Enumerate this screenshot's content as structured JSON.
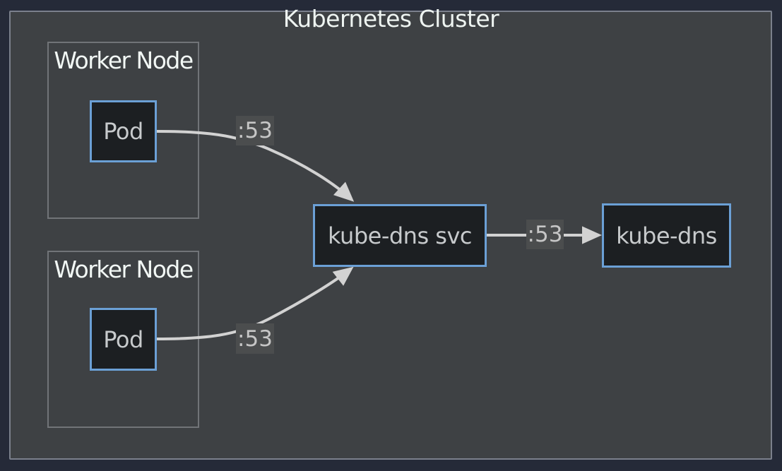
{
  "cluster": {
    "title": "Kubernetes Cluster",
    "worker_nodes": [
      {
        "label": "Worker Node",
        "pod": "Pod"
      },
      {
        "label": "Worker Node",
        "pod": "Pod"
      }
    ],
    "services": {
      "kube_dns_svc": "kube-dns svc",
      "kube_dns": "kube-dns"
    },
    "edges": [
      {
        "from": "Pod (worker node 1)",
        "to": "kube-dns svc",
        "label": ":53"
      },
      {
        "from": "Pod (worker node 2)",
        "to": "kube-dns svc",
        "label": ":53"
      },
      {
        "from": "kube-dns svc",
        "to": "kube-dns",
        "label": ":53"
      }
    ]
  },
  "colors": {
    "canvas_bg": "#252a38",
    "cluster_fill": "#3e4144",
    "cluster_border": "#7b808c",
    "worker_node_border": "#717478",
    "pod_fill": "#1c1f22",
    "blue_border": "#6ba0d6",
    "title_text": "#eef4f1",
    "worker_label_text": "#f2f8f5",
    "node_text": "#c7cacc",
    "edge_line": "#d2d2d2",
    "edge_label_bg": "#4b4d4e",
    "edge_label_text": "#c6c6c6"
  }
}
